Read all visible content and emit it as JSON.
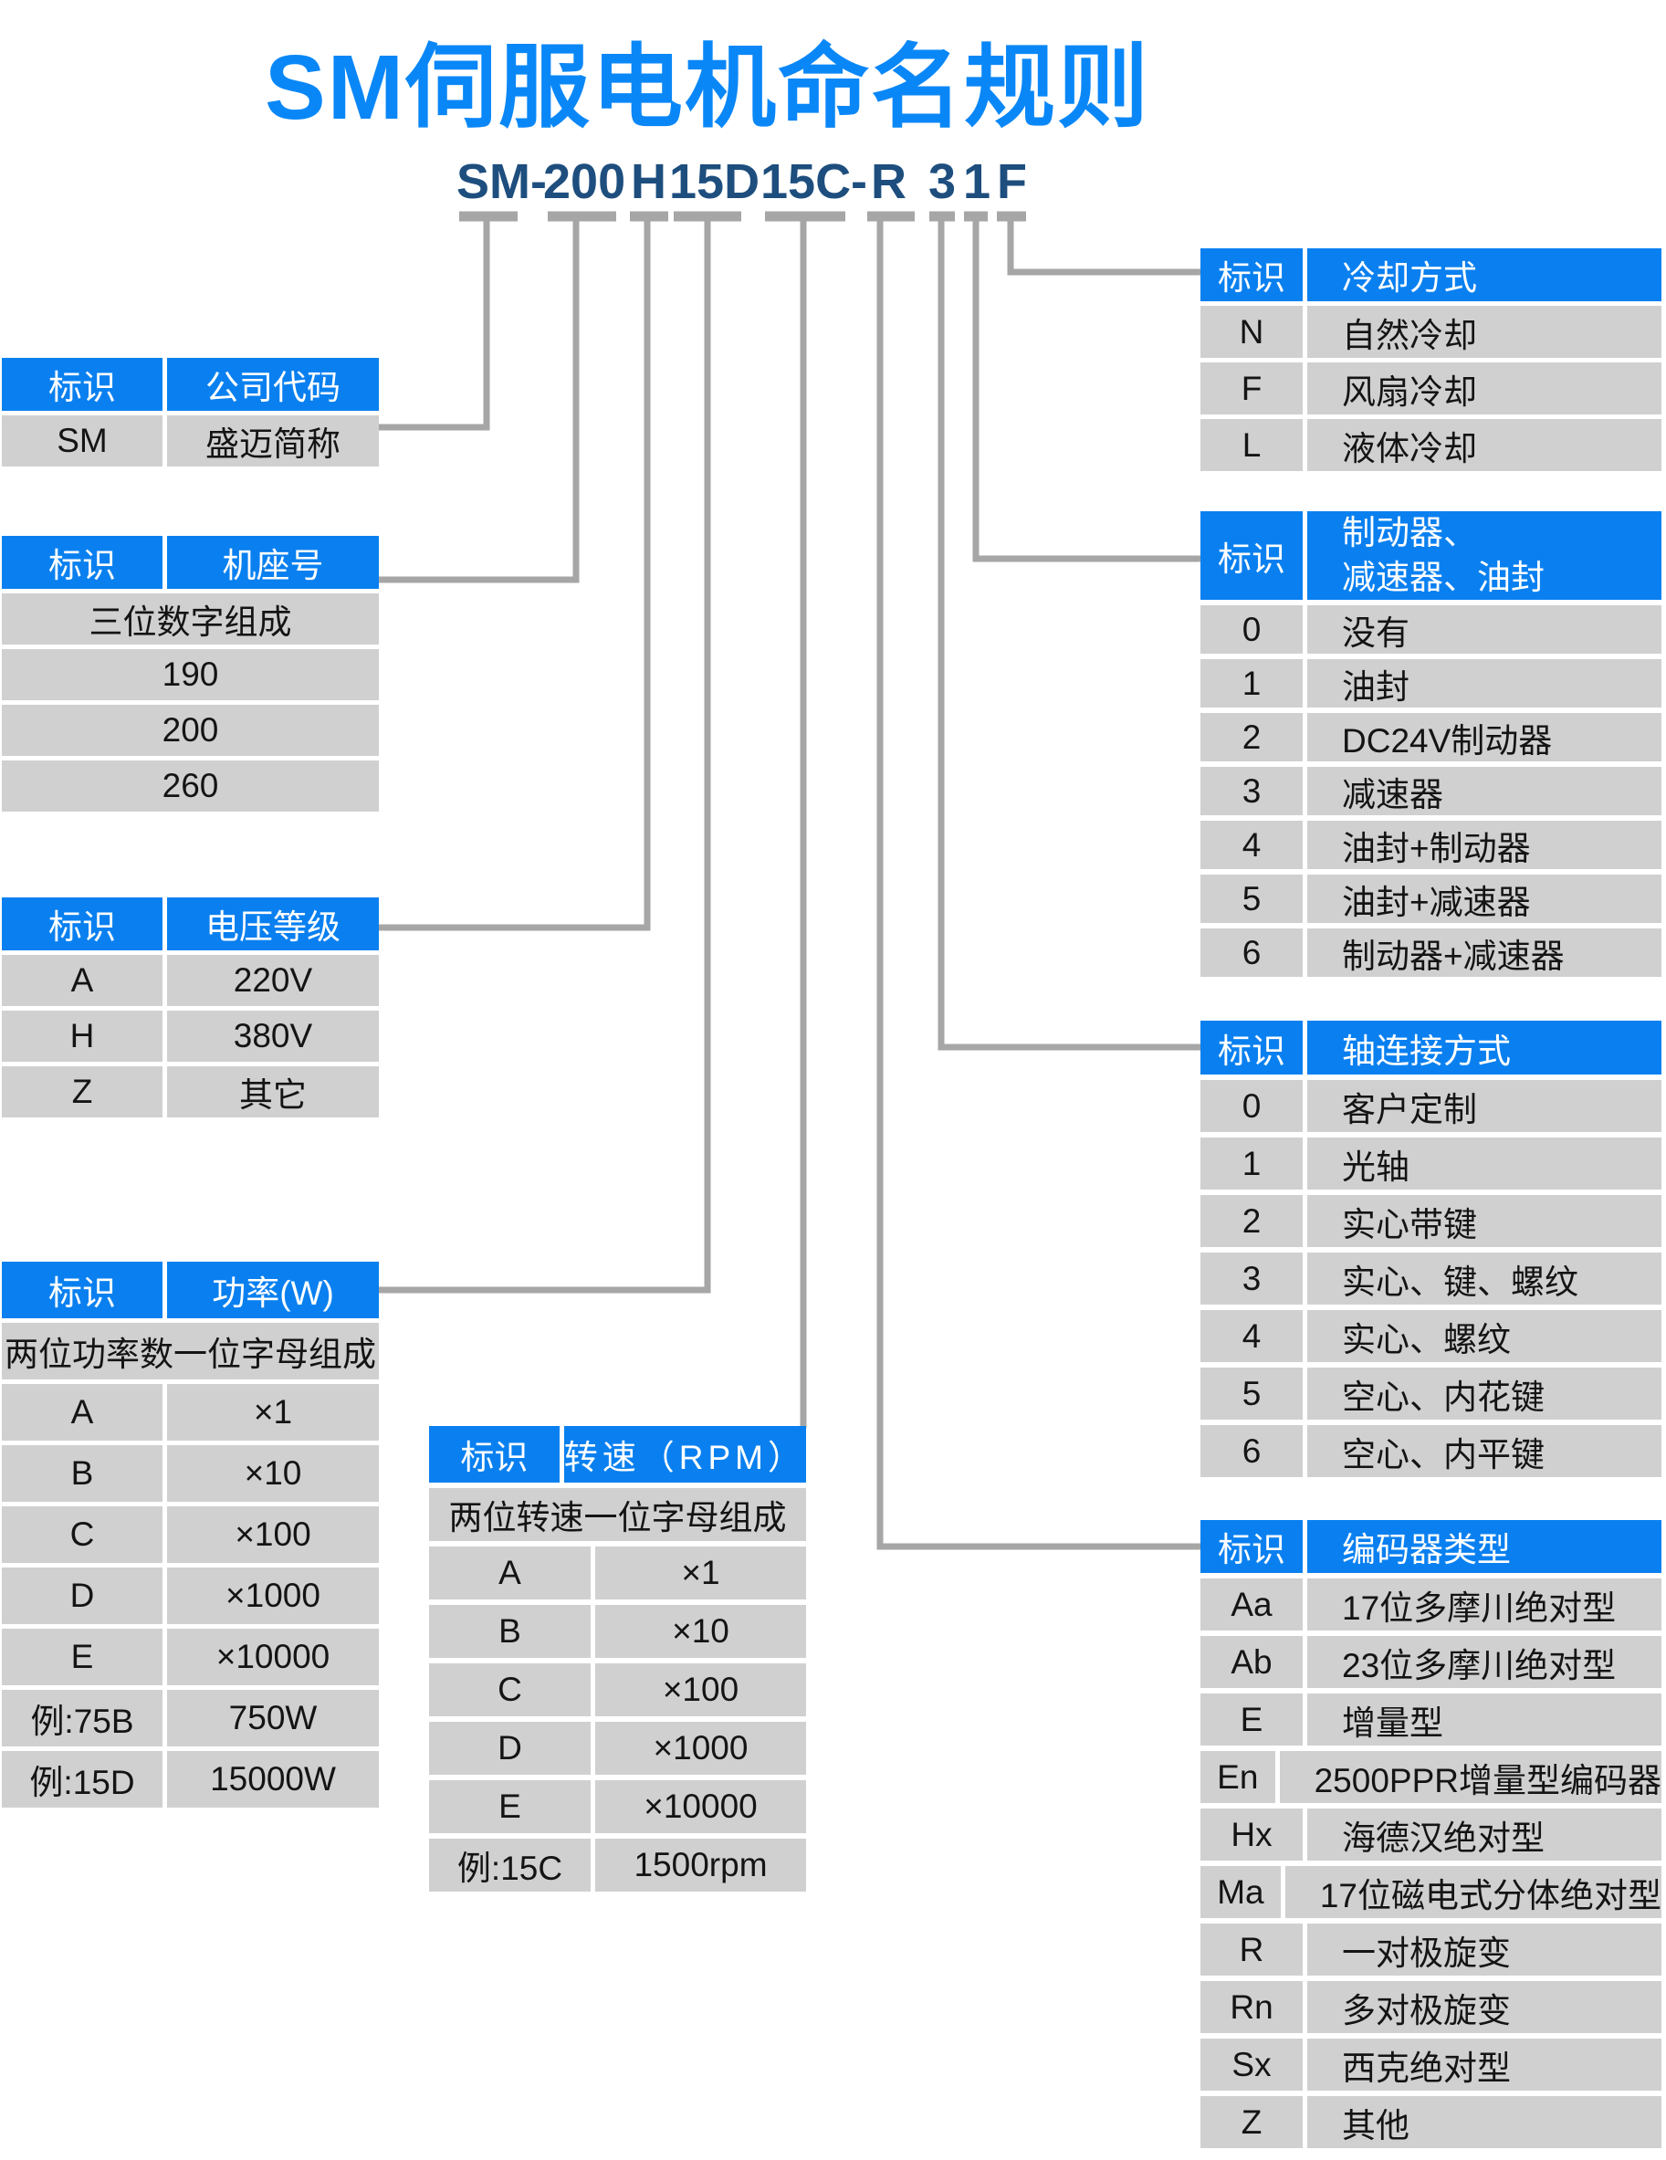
{
  "title": "SM伺服电机命名规则",
  "colors": {
    "accent_blue": "#0a80f0",
    "title_blue": "#0a87f7",
    "code_navy": "#1d4e7e",
    "row_gray": "#d0d0d0",
    "line_gray": "#a6a6a6"
  },
  "model_code": {
    "full": "SM-200 H 15D 15C- R 3 1 F",
    "segments": [
      "SM-",
      "200",
      "H",
      "15D",
      "15C-",
      "R",
      "3",
      "1",
      "F"
    ]
  },
  "tables": {
    "company": {
      "id_header": "标识",
      "name_header": "公司代码",
      "rows": [
        [
          "SM",
          "盛迈简称"
        ]
      ]
    },
    "frame": {
      "id_header": "标识",
      "name_header": "机座号",
      "rows": [
        [
          "三位数字组成"
        ],
        [
          "190"
        ],
        [
          "200"
        ],
        [
          "260"
        ]
      ]
    },
    "voltage": {
      "id_header": "标识",
      "name_header": "电压等级",
      "rows": [
        [
          "A",
          "220V"
        ],
        [
          "H",
          "380V"
        ],
        [
          "Z",
          "其它"
        ]
      ]
    },
    "power": {
      "id_header": "标识",
      "name_header": "功率(W)",
      "rows": [
        [
          "两位功率数一位字母组成"
        ],
        [
          "A",
          "×1"
        ],
        [
          "B",
          "×10"
        ],
        [
          "C",
          "×100"
        ],
        [
          "D",
          "×1000"
        ],
        [
          "E",
          "×10000"
        ],
        [
          "例:75B",
          "750W"
        ],
        [
          "例:15D",
          "15000W"
        ]
      ]
    },
    "speed": {
      "id_header": "标识",
      "name_header": "转速（RPM）",
      "rows": [
        [
          "两位转速一位字母组成"
        ],
        [
          "A",
          "×1"
        ],
        [
          "B",
          "×10"
        ],
        [
          "C",
          "×100"
        ],
        [
          "D",
          "×1000"
        ],
        [
          "E",
          "×10000"
        ],
        [
          "例:15C",
          "1500rpm"
        ]
      ]
    },
    "cooling": {
      "id_header": "标识",
      "name_header": "冷却方式",
      "rows": [
        [
          "N",
          "自然冷却"
        ],
        [
          "F",
          "风扇冷却"
        ],
        [
          "L",
          "液体冷却"
        ]
      ]
    },
    "brake": {
      "id_header": "标识",
      "name_header_line1": "制动器、",
      "name_header_line2": "减速器、油封",
      "rows": [
        [
          "0",
          "没有"
        ],
        [
          "1",
          "油封"
        ],
        [
          "2",
          "DC24V制动器"
        ],
        [
          "3",
          "减速器"
        ],
        [
          "4",
          "油封+制动器"
        ],
        [
          "5",
          "油封+减速器"
        ],
        [
          "6",
          "制动器+减速器"
        ]
      ]
    },
    "shaft": {
      "id_header": "标识",
      "name_header": "轴连接方式",
      "rows": [
        [
          "0",
          "客户定制"
        ],
        [
          "1",
          "光轴"
        ],
        [
          "2",
          "实心带键"
        ],
        [
          "3",
          "实心、键、螺纹"
        ],
        [
          "4",
          "实心、螺纹"
        ],
        [
          "5",
          "空心、内花键"
        ],
        [
          "6",
          "空心、内平键"
        ]
      ]
    },
    "encoder": {
      "id_header": "标识",
      "name_header": "编码器类型",
      "rows": [
        [
          "Aa",
          "17位多摩川绝对型"
        ],
        [
          "Ab",
          "23位多摩川绝对型"
        ],
        [
          "E",
          "增量型"
        ],
        [
          "En",
          "2500PPR增量型编码器"
        ],
        [
          "Hx",
          "海德汉绝对型"
        ],
        [
          "Ma",
          "17位磁电式分体绝对型"
        ],
        [
          "R",
          "一对极旋变"
        ],
        [
          "Rn",
          "多对极旋变"
        ],
        [
          "Sx",
          "西克绝对型"
        ],
        [
          "Z",
          "其他"
        ]
      ]
    }
  }
}
